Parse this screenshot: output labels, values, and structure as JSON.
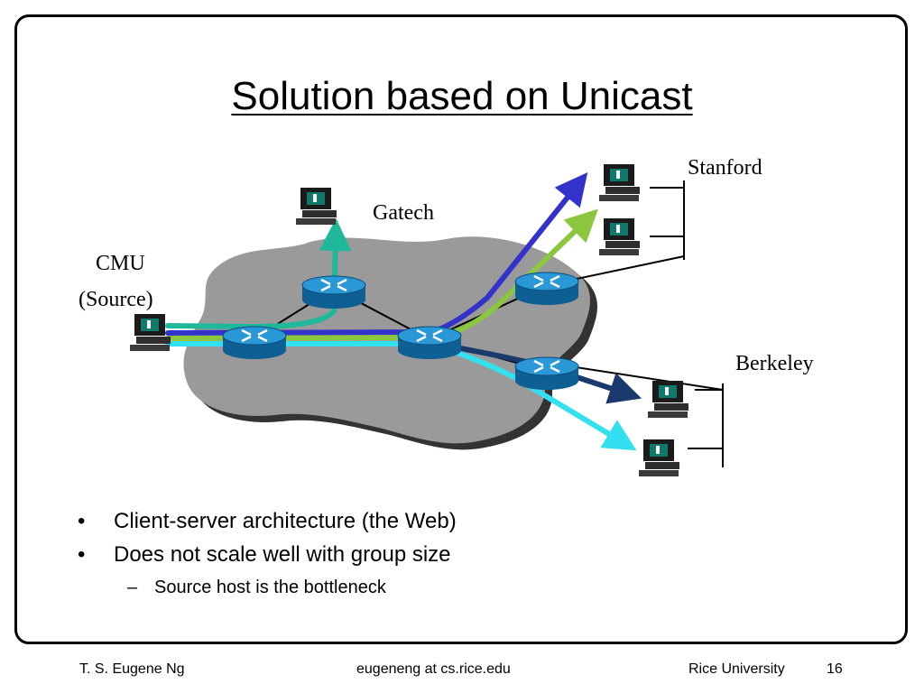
{
  "slide": {
    "title": "Solution based on Unicast",
    "diagram": {
      "labels": {
        "stanford": "Stanford",
        "gatech": "Gatech",
        "cmu": "CMU",
        "cmu_role": "(Source)",
        "berkeley": "Berkeley"
      },
      "colors": {
        "cloud": "#9a9a9a",
        "router": "#1e88c8",
        "to_gatech": "#1fb89a",
        "to_stanford_1": "#3333cc",
        "to_stanford_2": "#8cc63f",
        "to_berkeley_1": "#1a3a6e",
        "to_berkeley_2": "#33e0f0"
      },
      "icons": [
        "computer-icon",
        "router-icon",
        "network-cloud"
      ]
    },
    "bullets": [
      {
        "text": "Client-server architecture (the Web)",
        "sub": []
      },
      {
        "text": "Does not scale well with group size",
        "sub": [
          "Source host is the bottleneck"
        ]
      }
    ],
    "bullet_marker": "•",
    "sub_marker": "–"
  },
  "footer": {
    "author": "T. S. Eugene Ng",
    "email": "eugeneng at cs.rice.edu",
    "institution": "Rice University",
    "page_number": "16"
  }
}
